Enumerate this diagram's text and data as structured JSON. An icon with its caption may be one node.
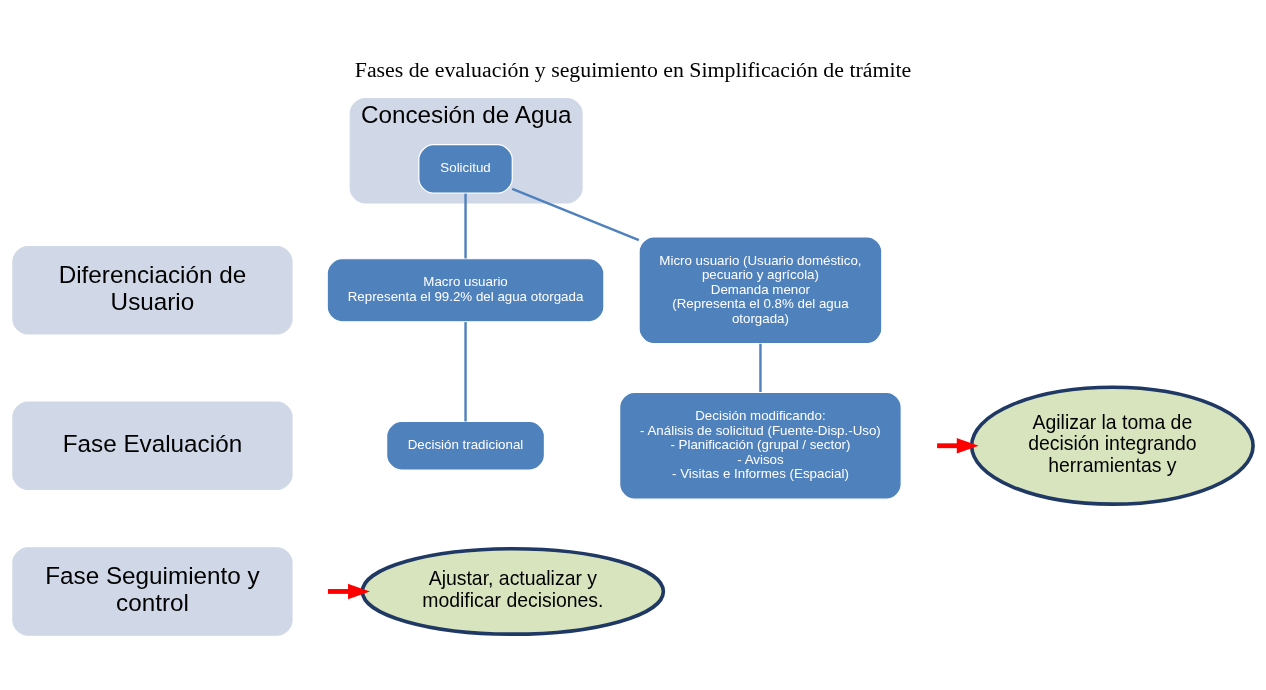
{
  "diagram": {
    "title": "Fases de evaluación y seguimiento en Simplificación de trámite",
    "nodes": [
      {
        "text": [
          "Concesión de Agua"
        ]
      },
      {
        "text": [
          "Solicitud"
        ],
        "in": 0
      },
      {
        "text": [
          "Diferenciación de Usuario"
        ]
      },
      {
        "text": [
          "Macro usuario",
          "Representa el 99.2% del agua otorgada"
        ]
      },
      {
        "text": [
          "Micro usuario (Usuario doméstico, pecuario y agrícola)",
          "Demanda menor",
          "(Representa el 0.8% del agua otorgada)"
        ]
      },
      {
        "text": [
          "Fase Evaluación"
        ]
      },
      {
        "text": [
          "Decisión tradicional"
        ]
      },
      {
        "text": [
          "Decisión modificando:",
          "- Análisis de solicitud (Fuente-Disp.-Uso)",
          "- Planificación (grupal / sector)",
          "- Avisos",
          "- Visitas e Informes (Espacial)"
        ]
      },
      {
        "text": [
          "Fase Seguimiento y control"
        ]
      },
      {
        "text": [
          "Agilizar la toma de decisión integrando herramientas y"
        ]
      },
      {
        "text": [
          "Ajustar, actualizar y modificar decisiones."
        ]
      }
    ],
    "edges": [
      {
        "from": 1,
        "to": 3,
        "arrow": "none"
      },
      {
        "from": 1,
        "to": 4,
        "arrow": "none"
      },
      {
        "from": 3,
        "to": 6,
        "arrow": "none"
      },
      {
        "from": 4,
        "to": 7,
        "arrow": "none"
      },
      {
        "from": null,
        "to": 9,
        "arrow": "to",
        "style": "thick",
        "color": "#ff0000"
      },
      {
        "from": null,
        "to": 10,
        "arrow": "to",
        "style": "thick",
        "color": "#ff0000"
      }
    ]
  }
}
